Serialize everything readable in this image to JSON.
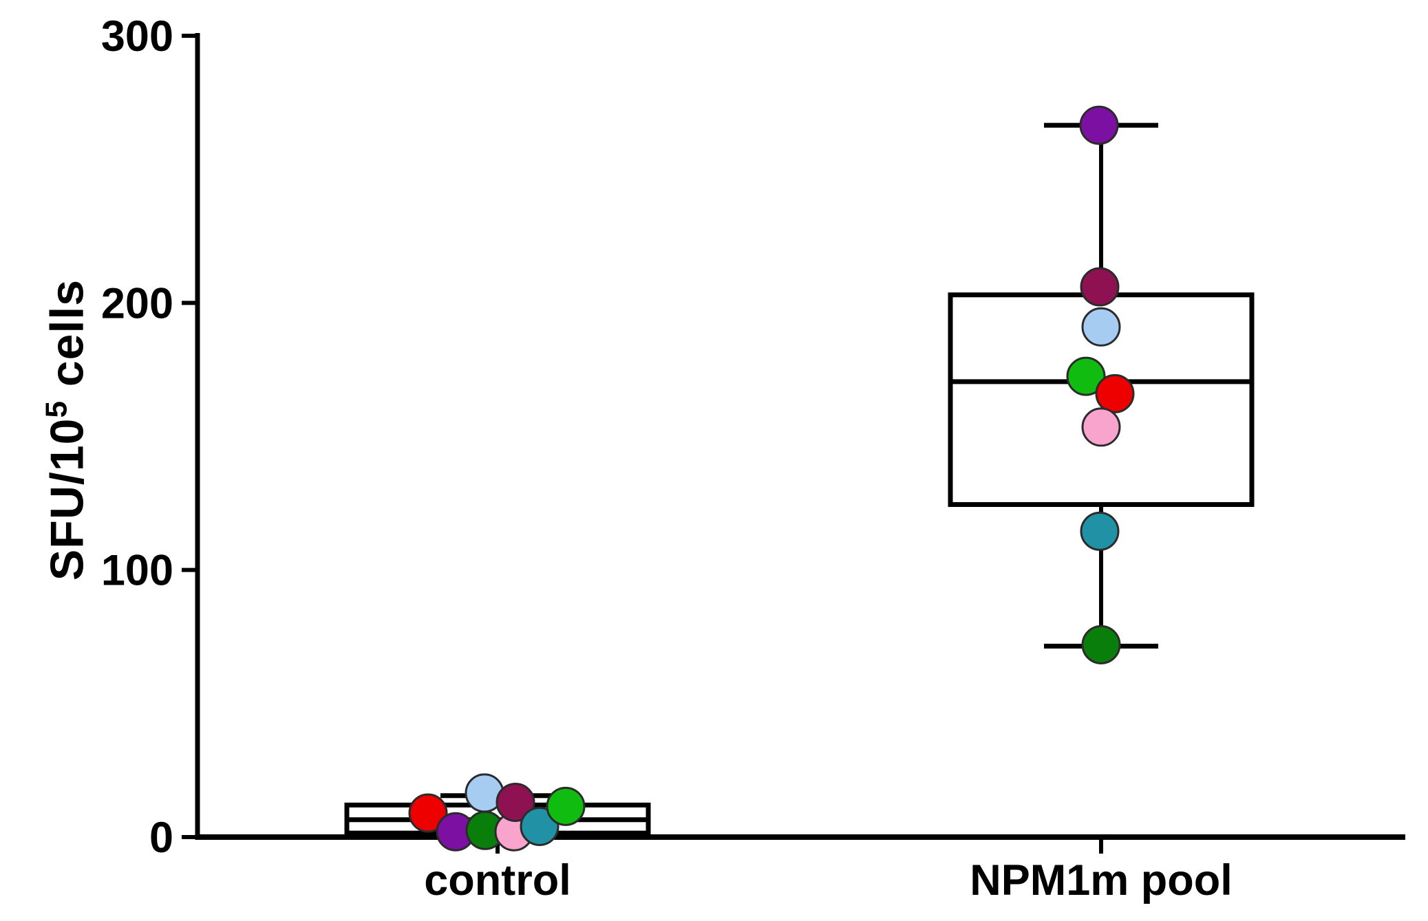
{
  "figure_title": "",
  "y_axis": {
    "label_base": "SFU/10",
    "label_sup": "5",
    "label_rest": " cells"
  },
  "chart_data": {
    "type": "box-scatter",
    "title": "",
    "xlabel": "",
    "ylabel": "SFU/10^5 cells",
    "ylim": [
      0,
      300
    ],
    "yticks": [
      300,
      200,
      100,
      0
    ],
    "categories": [
      "control",
      "NPM1m pool"
    ],
    "legend": "none",
    "grid": false,
    "groups": [
      {
        "label": "control",
        "slug": "control",
        "box": {
          "q1": 1.5,
          "median": 6.5,
          "q3": 12,
          "whisker_high": 15.5,
          "whisker_low": null
        },
        "points": [
          {
            "donor": "red",
            "color": "#ee0000",
            "value": 9,
            "dx": -101
          },
          {
            "donor": "light-blue",
            "color": "#a6ccf2",
            "value": 16.5,
            "dx": -19
          },
          {
            "donor": "purple",
            "color": "#7b10a2",
            "value": 2,
            "dx": -61
          },
          {
            "donor": "dark-green",
            "color": "#0a7e0a",
            "value": 2.5,
            "dx": -18
          },
          {
            "donor": "pink",
            "color": "#f8a4cc",
            "value": 2,
            "dx": 24
          },
          {
            "donor": "maroon",
            "color": "#8e1152",
            "value": 13,
            "dx": 26
          },
          {
            "donor": "teal",
            "color": "#2191a6",
            "value": 4,
            "dx": 61
          },
          {
            "donor": "green",
            "color": "#10bc10",
            "value": 11.5,
            "dx": 99
          }
        ]
      },
      {
        "label": "NPM1m pool",
        "slug": "npm1m-pool",
        "box": {
          "q1": 124.5,
          "median": 170.5,
          "q3": 203,
          "whisker_high": 266.5,
          "whisker_low": 71.5
        },
        "points": [
          {
            "donor": "purple",
            "color": "#7b10a2",
            "value": 266.5,
            "dx": -3
          },
          {
            "donor": "maroon",
            "color": "#8e1152",
            "value": 206,
            "dx": -2
          },
          {
            "donor": "light-blue",
            "color": "#a6ccf2",
            "value": 191,
            "dx": 0
          },
          {
            "donor": "green",
            "color": "#10bc10",
            "value": 172.5,
            "dx": -22
          },
          {
            "donor": "red",
            "color": "#ee0000",
            "value": 166,
            "dx": 20
          },
          {
            "donor": "pink",
            "color": "#f8a4cc",
            "value": 153.5,
            "dx": 0
          },
          {
            "donor": "teal",
            "color": "#2191a6",
            "value": 114.5,
            "dx": -2
          },
          {
            "donor": "dark-green",
            "color": "#0a7e0a",
            "value": 72,
            "dx": 0
          }
        ]
      }
    ],
    "colors": {
      "axis": "#000000",
      "box_stroke": "#000000",
      "box_fill": "#ffffff",
      "point_outline": "#2b2b2b"
    }
  }
}
